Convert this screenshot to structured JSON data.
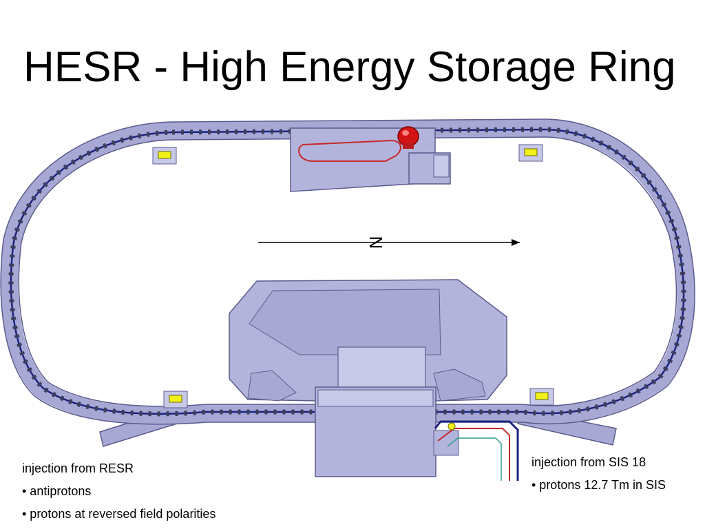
{
  "title": "HESR - High Energy Storage Ring",
  "diagram": {
    "compass_label": "N",
    "colors": {
      "ring_fill": "#a7a8d4",
      "ring_stroke": "#5a5b8c",
      "building_fill": "#b3b4dc",
      "beam_pipe": "#1a237e",
      "magnet_yellow": "#f2f21a",
      "target_red": "#d21414",
      "transfer_red": "#c62828",
      "transfer_teal": "#2a9d8f"
    }
  },
  "notes_left": {
    "heading": "injection from RESR",
    "items": [
      "• antiprotons",
      "• protons at reversed field polarities"
    ]
  },
  "notes_right": {
    "heading": "injection from SIS 18",
    "items": [
      "• protons 12.7 Tm in SIS"
    ]
  }
}
